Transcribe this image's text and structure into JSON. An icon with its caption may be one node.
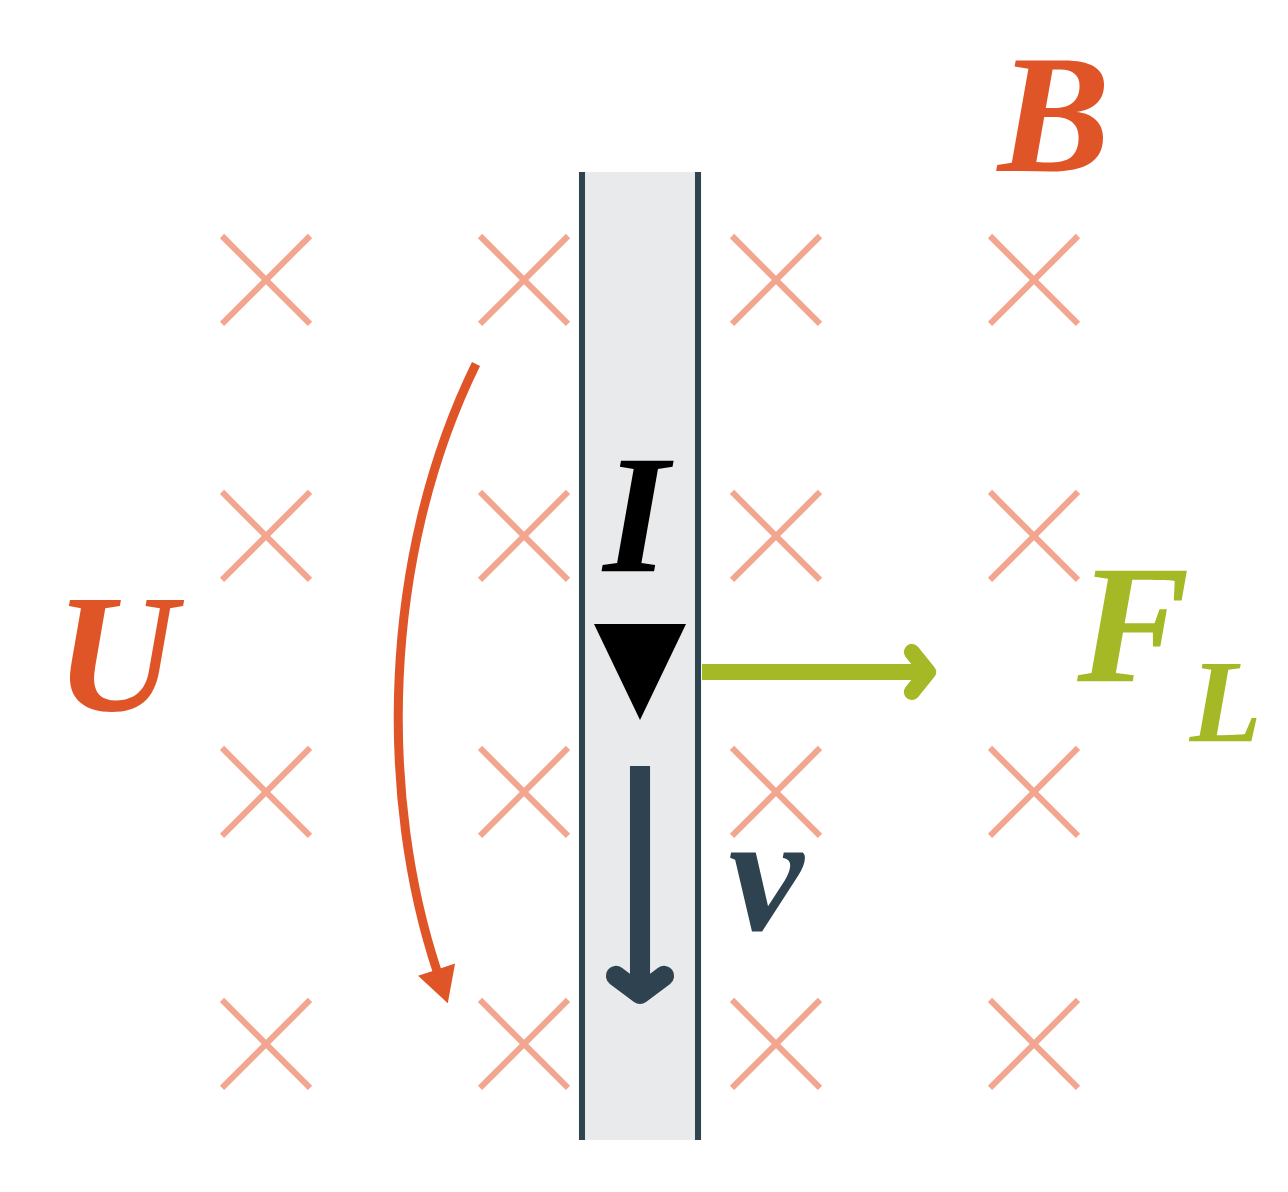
{
  "diagram": {
    "labels": [
      "B",
      "I",
      "U",
      "F$_{L}$",
      "v"
    ]
  }
}
